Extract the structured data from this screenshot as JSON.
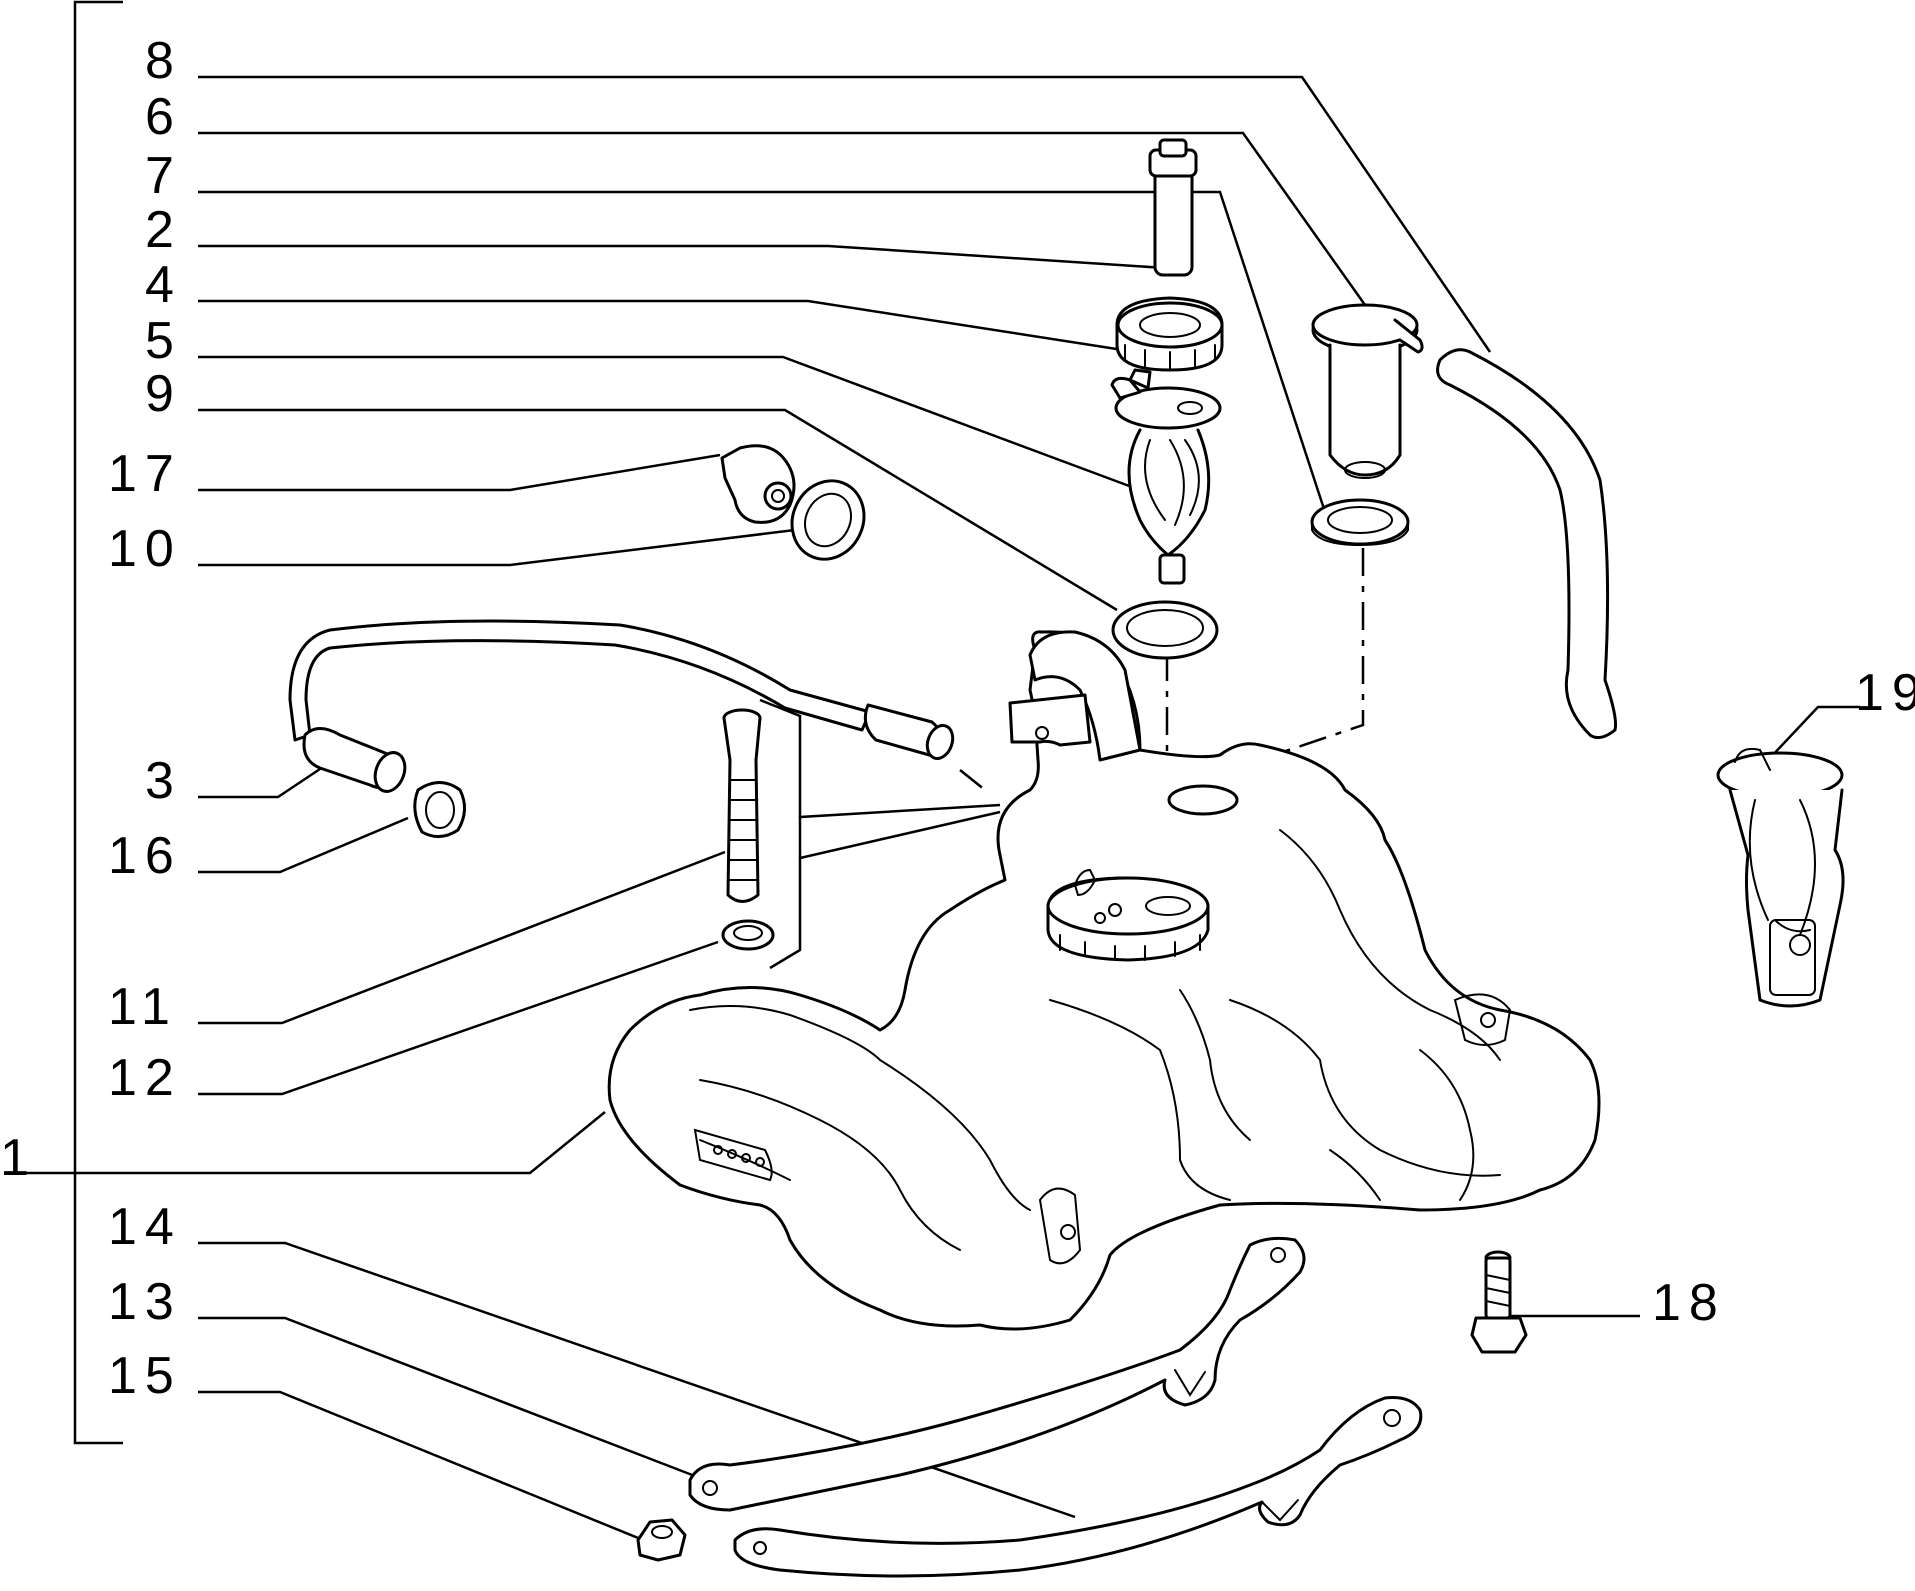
{
  "callouts": {
    "c8": "8",
    "c6": "6",
    "c7": "7",
    "c2": "2",
    "c4": "4",
    "c5": "5",
    "c9": "9",
    "c17": "17",
    "c10": "10",
    "c3": "3",
    "c16": "16",
    "c11": "11",
    "c12": "12",
    "c1": "1",
    "c14": "14",
    "c13": "13",
    "c15": "15",
    "c18": "18",
    "c19": "19"
  }
}
